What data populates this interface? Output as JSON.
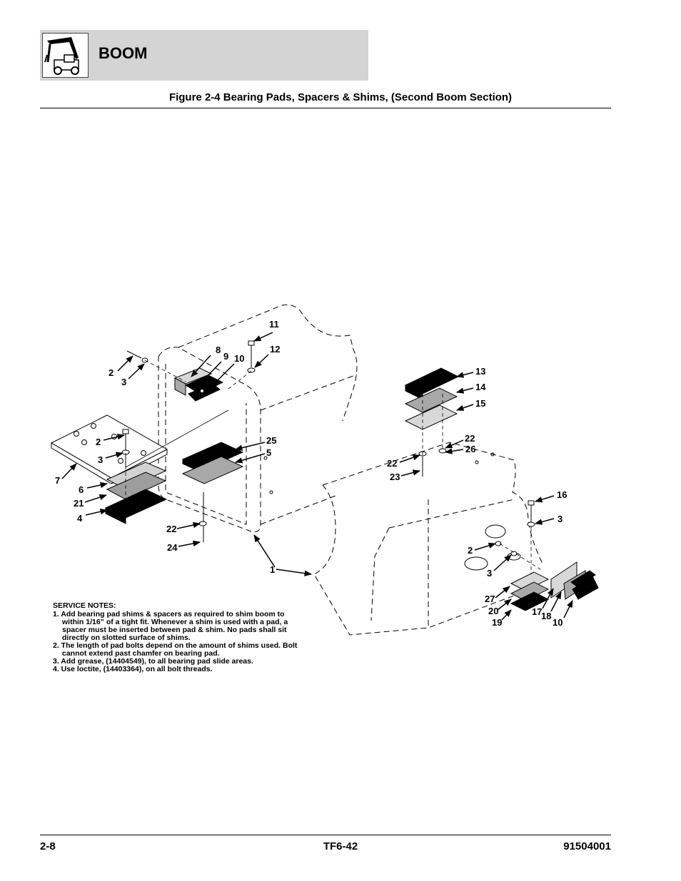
{
  "header": {
    "section_title": "BOOM"
  },
  "figure": {
    "title": "Figure 2-4 Bearing Pads, Spacers & Shims, (Second Boom Section)"
  },
  "callouts": [
    "1",
    "2",
    "3",
    "4",
    "5",
    "6",
    "7",
    "8",
    "9",
    "10",
    "11",
    "12",
    "13",
    "14",
    "15",
    "16",
    "17",
    "18",
    "19",
    "20",
    "21",
    "22",
    "23",
    "24",
    "25",
    "26",
    "27"
  ],
  "service_notes": {
    "heading": "SERVICE NOTES:",
    "items": [
      "1. Add bearing pad shims & spacers as required to shim boom to within 1/16” of a tight fit. Whenever a shim is used with a pad, a spacer must be inserted between pad & shim. No pads shall sit directly on slotted surface of shims.",
      "2. The length of pad bolts depend on the amount of shims used. Bolt cannot extend past chamfer on bearing pad.",
      "3. Add grease, (14404549), to all bearing pad slide areas.",
      "4. Use loctite, (14403364), on all bolt threads."
    ]
  },
  "footer": {
    "page": "2-8",
    "model": "TF6-42",
    "doc_number": "91504001"
  },
  "icons": {
    "logo": "telehandler-boom-icon"
  }
}
